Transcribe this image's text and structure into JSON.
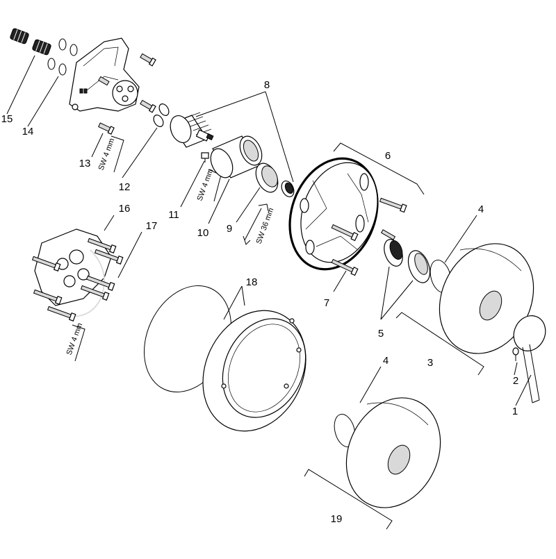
{
  "callouts": [
    "1",
    "2",
    "3",
    "4",
    "4",
    "5",
    "6",
    "7",
    "8",
    "9",
    "10",
    "11",
    "12",
    "13",
    "14",
    "15",
    "16",
    "17",
    "18",
    "19"
  ],
  "tool_labels": {
    "sw4_a": "SW 4 mm",
    "sw4_b": "SW 4 mm",
    "sw4_c": "SW 4 mm",
    "sw36": "SW 36 mm"
  }
}
